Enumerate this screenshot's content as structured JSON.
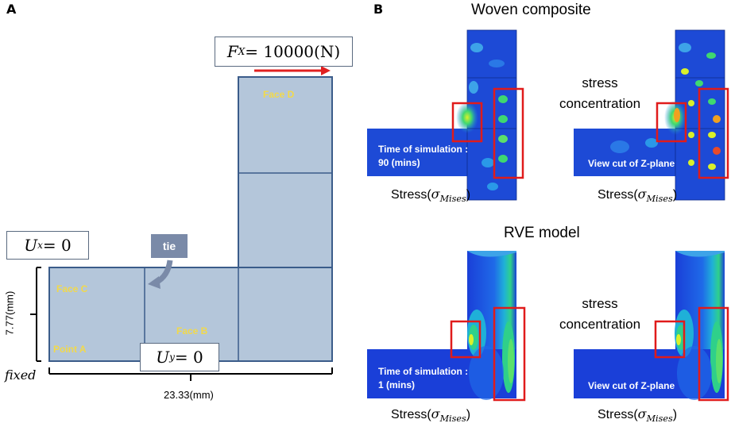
{
  "panel_a": {
    "letter": "A",
    "force": {
      "prefix": "F",
      "sub": "X",
      "expr": " = 10000(N)"
    },
    "ux_label": {
      "prefix": "U",
      "sub": "x",
      "expr": " = 0"
    },
    "uy_label": {
      "prefix": "U",
      "sub": "y",
      "expr": " = 0"
    },
    "tie": "tie",
    "face_d": "Face D",
    "face_c": "Face C",
    "face_b": "Face B",
    "point_a": "Point A",
    "height_dim": "7.77(mm)",
    "width_dim": "23.33(mm)",
    "fixed": "fixed"
  },
  "panel_b": {
    "letter": "B",
    "woven_title": "Woven composite",
    "rve_title": "RVE model",
    "stress_concentration": [
      "stress",
      "concentration"
    ],
    "stress_label_prefix": "Stress(",
    "stress_sigma": "σ",
    "stress_sigma_sub": "Mises",
    "stress_label_suffix": ")",
    "woven_left_caption": [
      "Time of simulation :",
      "90 (mins)"
    ],
    "woven_right_caption": "View cut of Z-plane",
    "rve_left_caption": [
      "Time of simulation :",
      "1 (mins)"
    ],
    "rve_right_caption": "View cut of Z-plane"
  },
  "colors": {
    "model_fill": "#b4c6da",
    "model_edge": "#3b5c8a",
    "force_arrow": "#e02020",
    "face_text": "#f2d94a",
    "tie_box": "#7a8aa8",
    "fem_blue": "#1a3fd8",
    "highlight_box": "#e01b1b"
  }
}
